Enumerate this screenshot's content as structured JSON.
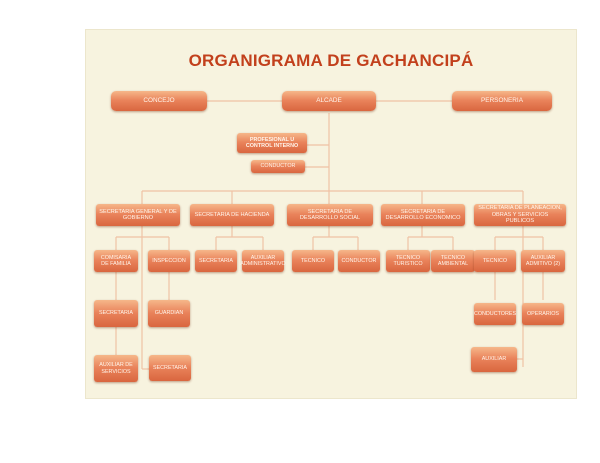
{
  "title": "ORGANIGRAMA DE GACHANCIPÁ",
  "nodes": {
    "concejo": "CONCEJO",
    "alcade": "ALCADE",
    "personeria": "PERSONERIA",
    "control_interno": "PROFESIONAL U CONTROL INTERNO",
    "conductor_top": "CONDUCTOR",
    "sec_general": "SECRETARIA GENERAL Y DE GOBIERNO",
    "sec_hacienda": "SECRETARIA DE HACIENDA",
    "sec_social": "SECRETARIA DE DESARROLLO SOCIAL",
    "sec_economico": "SECRETARIA DE DESARROLLO ECONOMICO",
    "sec_planeacion": "SECRETARIA DE PLANEACION, OBRAS Y SERVICIOS PUBLICOS",
    "comisaria": "COMISARIA DE FAMILIA",
    "inspeccion": "INSPECCION",
    "secretaria_gen": "SECRETARIA",
    "guardian": "GUARDIAN",
    "auxiliar_servicios": "AUXILIAR DE SERVICIOS",
    "secretaria_gen2": "SECRETARIA",
    "secretaria_hac": "SECRETARIA",
    "auxiliar_admin_hac": "AUXILIAR ADMINISTRATIVO",
    "tecnico_social": "TECNICO",
    "conductor_social": "CONDUCTOR",
    "tecnico_turistico": "TECNICO TURISTICO",
    "tecnico_ambiental": "TECNICO AMBIENTAL",
    "tecnico_plan": "TECNICO",
    "auxiliar_admin_plan": "AUXILIAR ADMITIVO (2)",
    "conductores": "CONDUCTORES",
    "operarios": "OPERARIOS",
    "auxiliar_plan": "AUXILIAR"
  },
  "colors": {
    "title": "#c2401c",
    "node_light": "#f6b78a",
    "node_dark": "#d9663f",
    "connector": "#f0c2a4",
    "background": "#f7f3df"
  }
}
